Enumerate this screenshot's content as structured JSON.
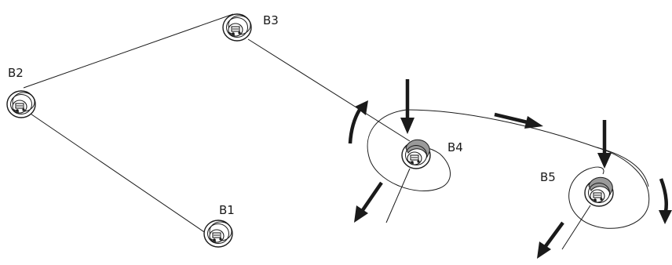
{
  "diagram": {
    "labels": {
      "b1": "B1",
      "b2": "B2",
      "b3": "B3",
      "b4": "B4",
      "b5": "B5"
    },
    "colors": {
      "line": "#1a1a1a",
      "arrow": "#1a1a1a",
      "pulley_fill": "#ffffff",
      "pulley_active_band": "#9a9a9a"
    }
  }
}
